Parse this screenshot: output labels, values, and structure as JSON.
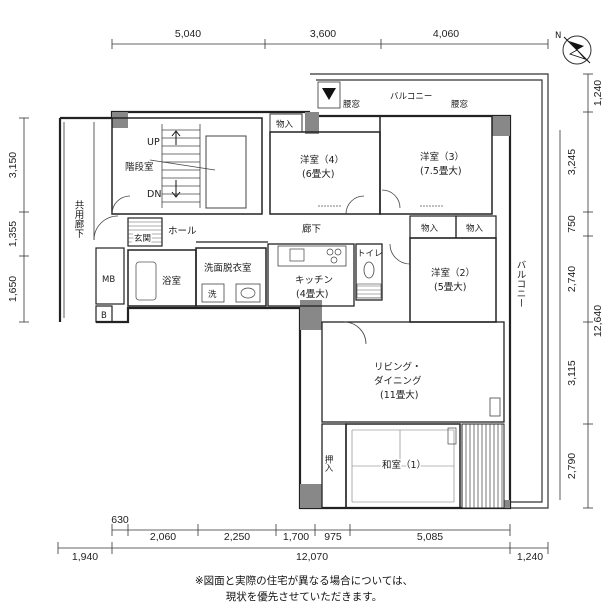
{
  "top_dims": [
    "5,040",
    "3,600",
    "4,060"
  ],
  "bottom_dims_upper": [
    "630",
    "2,060",
    "2,250",
    "1,700",
    "975",
    "5,085"
  ],
  "bottom_dims_lower": [
    "1,940",
    "12,070",
    "1,240"
  ],
  "left_dims": [
    "3,150",
    "1,355",
    "1,650"
  ],
  "right_dims": [
    "1,240",
    "3,245",
    "750",
    "2,740",
    "12,640",
    "3,115",
    "2,790"
  ],
  "rooms": {
    "balcony_top": "バルコニー",
    "window_left": "腰窓",
    "window_right": "腰窓",
    "storage_top": "物入",
    "stair_hall": "階段室",
    "up": "UP",
    "dn": "DN",
    "western_4_name": "洋室（4）",
    "western_4_size": "(6畳大)",
    "western_3_name": "洋室（3）",
    "western_3_size": "(7.5畳大)",
    "shared_corridor": "共用廊下",
    "hall": "ホール",
    "corridor": "廊下",
    "storage_a": "物入",
    "storage_b": "物入",
    "entrance": "玄関",
    "mb": "MB",
    "b": "B",
    "bathroom": "浴室",
    "washroom": "洗面脱衣室",
    "washer": "洗",
    "kitchen_name": "キッチン",
    "kitchen_size": "(4畳大)",
    "toilet": "トイレ",
    "western_2_name": "洋室（2）",
    "western_2_size": "(5畳大)",
    "balcony_side": "バルコニー",
    "living_name1": "リビング・",
    "living_name2": "ダイニング",
    "living_size": "(11畳大)",
    "closet": "押入",
    "japanese_room": "和室（1）"
  },
  "note": {
    "line1": "※図面と実際の住宅が異なる場合については、",
    "line2": "現状を優先させていただきます。"
  },
  "compass": "N"
}
